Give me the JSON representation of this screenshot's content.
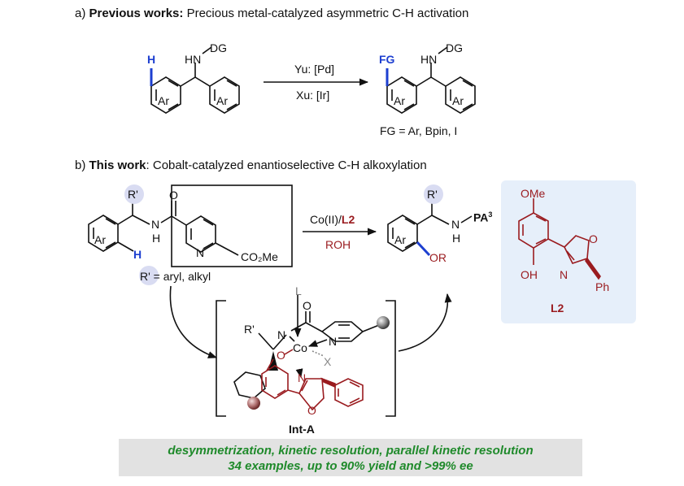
{
  "section_a": {
    "label": "a)",
    "title": "Previous works:",
    "description": "Precious metal-catalyzed asymmetric C-H activation",
    "sm_atoms": {
      "H": "H",
      "HN": "HN",
      "DG": "DG",
      "ring1": "Ar",
      "ring2": "Ar"
    },
    "conditions": {
      "top": "Yu: [Pd]",
      "bottom": "Xu: [Ir]"
    },
    "product_atoms": {
      "FG": "FG",
      "HN": "HN",
      "DG": "DG",
      "ring1": "Ar",
      "ring2": "Ar"
    },
    "fg_note": "FG = Ar, Bpin, I"
  },
  "section_b": {
    "label": "b)",
    "title": "This work",
    "description": ": Cobalt-catalyzed enantioselective C-H alkoxylation",
    "sm_atoms": {
      "R": "R'",
      "N": "N",
      "H_amide": "H",
      "O": "O",
      "N_py": "N",
      "ester": "CO₂Me",
      "ring": "Ar",
      "H": "H"
    },
    "r_note": "R' = aryl, alkyl",
    "conditions": {
      "catalyst": "Co(II)/",
      "ligand": "L2",
      "reagent": "ROH"
    },
    "product_atoms": {
      "R": "R'",
      "N": "N",
      "H": "H",
      "PA": "PA",
      "PA_sup": "3",
      "ring": "Ar",
      "OR": "OR"
    },
    "ligand_atoms": {
      "OMe": "OMe",
      "O": "O",
      "OH": "OH",
      "N": "N",
      "Ph": "Ph",
      "name": "L2"
    },
    "intermediate_atoms": {
      "L": "L",
      "O": "O",
      "R": "R'",
      "N": "N",
      "N_py": "N",
      "Co": "Co",
      "X": "X",
      "O_co": "O",
      "N_ox": "N",
      "O_ox": "O",
      "name": "Int-A"
    }
  },
  "banner": {
    "line1": "desymmetrization, kinetic resolution, parallel kinetic resolution",
    "line2": "34 examples, up to 90% yield and >99% ee"
  },
  "colors": {
    "ligand": "#9a1b1f",
    "highlight_blue": "#1d3fd0",
    "banner_text": "#1f8a2b",
    "panel_bg": "#e6effa",
    "banner_bg": "#e2e2e2"
  }
}
